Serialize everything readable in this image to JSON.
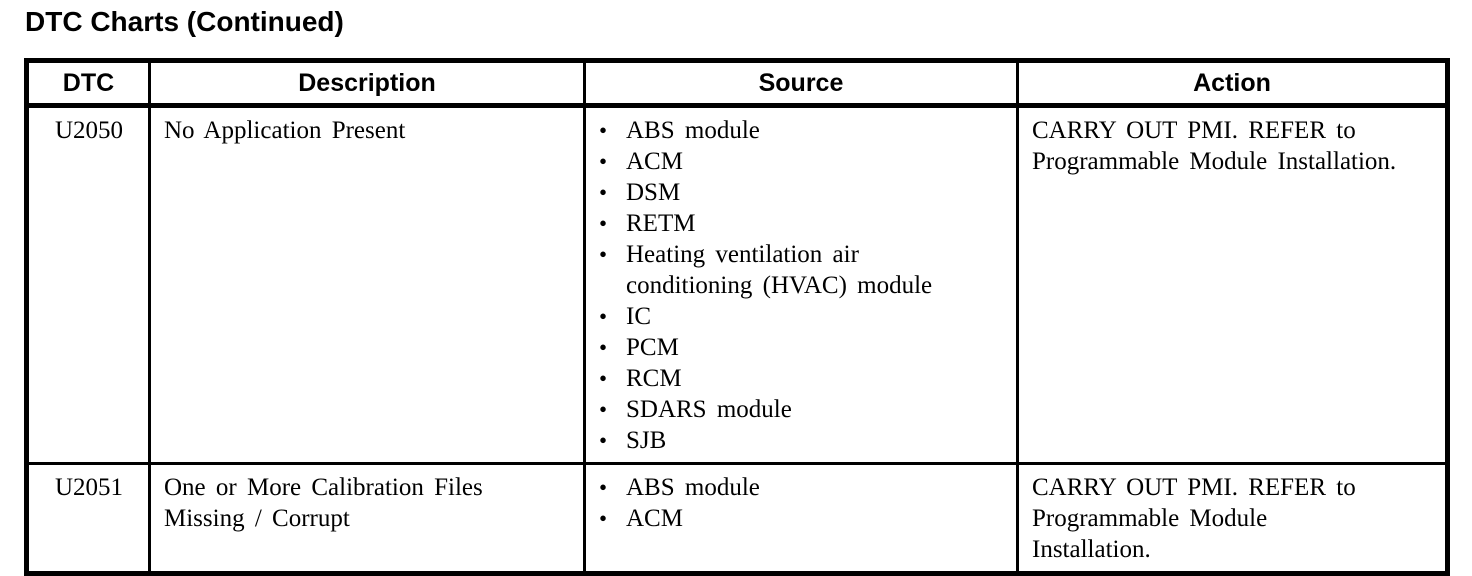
{
  "page": {
    "title": "DTC Charts (Continued)"
  },
  "table": {
    "bullet_char": "•",
    "headers": [
      "DTC",
      "Description",
      "Source",
      "Action"
    ],
    "rows": [
      {
        "dtc": "U2050",
        "description_lines": [
          "No Application Present"
        ],
        "source_items": [
          {
            "lines": [
              "ABS module"
            ]
          },
          {
            "lines": [
              "ACM"
            ]
          },
          {
            "lines": [
              "DSM"
            ]
          },
          {
            "lines": [
              "RETM"
            ]
          },
          {
            "lines": [
              "Heating ventilation air",
              "conditioning (HVAC) module"
            ]
          },
          {
            "lines": [
              "IC"
            ]
          },
          {
            "lines": [
              "PCM"
            ]
          },
          {
            "lines": [
              "RCM"
            ]
          },
          {
            "lines": [
              "SDARS module"
            ]
          },
          {
            "lines": [
              "SJB"
            ]
          }
        ],
        "action_lines": [
          "CARRY OUT PMI. REFER to",
          "Programmable Module Installation."
        ]
      },
      {
        "dtc": "U2051",
        "description_lines": [
          "One or More Calibration Files",
          "Missing / Corrupt"
        ],
        "source_items": [
          {
            "lines": [
              "ABS module"
            ]
          },
          {
            "lines": [
              "ACM"
            ]
          }
        ],
        "action_lines": [
          "CARRY OUT PMI. REFER to",
          "Programmable Module",
          "Installation."
        ]
      }
    ]
  }
}
